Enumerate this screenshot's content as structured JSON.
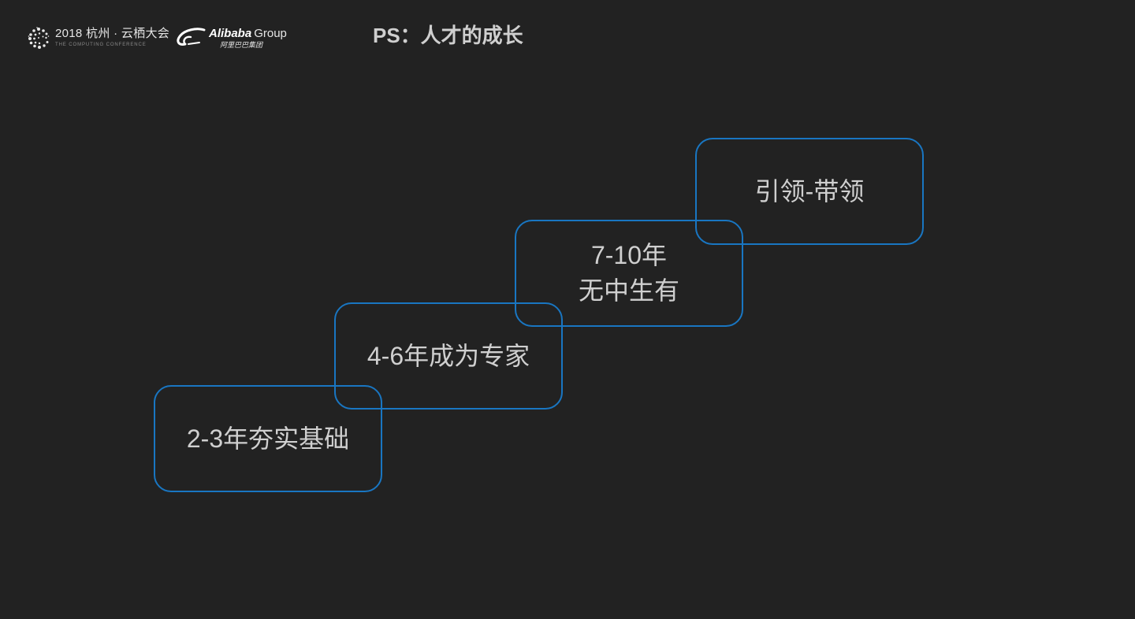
{
  "header": {
    "conference_logo": {
      "title": "2018 杭州 · 云栖大会",
      "subtitle": "THE COMPUTING CONFERENCE"
    },
    "alibaba_logo": {
      "brand": "Alibaba",
      "group": "Group",
      "chinese": "阿里巴巴集团"
    },
    "page_title": "PS：人才的成长"
  },
  "steps": [
    {
      "lines": [
        "2-3年夯实基础"
      ]
    },
    {
      "lines": [
        "4-6年成为专家"
      ]
    },
    {
      "lines": [
        "7-10年",
        "无中生有"
      ]
    },
    {
      "lines": [
        "引领-带领"
      ]
    }
  ],
  "colors": {
    "background": "#222222",
    "step_border": "#1976c2",
    "text": "#cfcfcf"
  },
  "icons": {
    "conference": "dotted-sphere-logo-icon",
    "alibaba": "alibaba-swoosh-logo-icon"
  }
}
